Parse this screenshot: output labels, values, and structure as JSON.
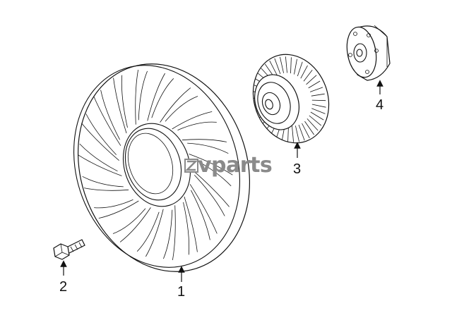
{
  "diagram": {
    "watermark": {
      "brand": "vparts"
    },
    "callouts": [
      {
        "id": "1",
        "label": "1"
      },
      {
        "id": "2",
        "label": "2"
      },
      {
        "id": "3",
        "label": "3"
      },
      {
        "id": "4",
        "label": "4"
      }
    ]
  }
}
